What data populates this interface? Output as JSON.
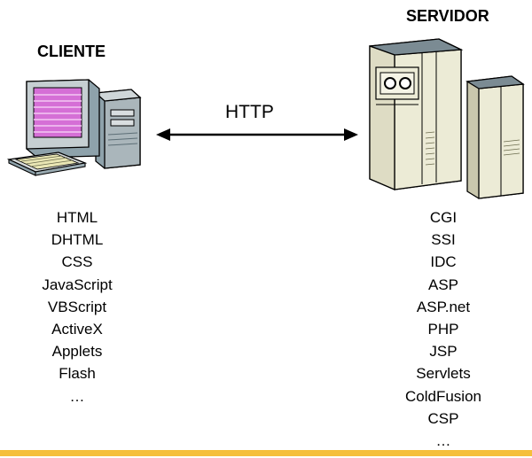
{
  "client": {
    "title": "CLIENTE",
    "technologies": [
      "HTML",
      "DHTML",
      "CSS",
      "JavaScript",
      "VBScript",
      "ActiveX",
      "Applets",
      "Flash",
      "…"
    ]
  },
  "server": {
    "title": "SERVIDOR",
    "technologies": [
      "CGI",
      "SSI",
      "IDC",
      "ASP",
      "ASP.net",
      "PHP",
      "JSP",
      "Servlets",
      "ColdFusion",
      "CSP",
      "…"
    ]
  },
  "connection": {
    "label": "HTTP"
  },
  "colors": {
    "accent_bar": "#f5bf3c",
    "screen": "#d56fd6",
    "monitor": "#b9c3c6",
    "server_body": "#ecebd6"
  },
  "icons": {
    "client": "desktop-computer-icon",
    "server": "server-cabinet-icon"
  }
}
